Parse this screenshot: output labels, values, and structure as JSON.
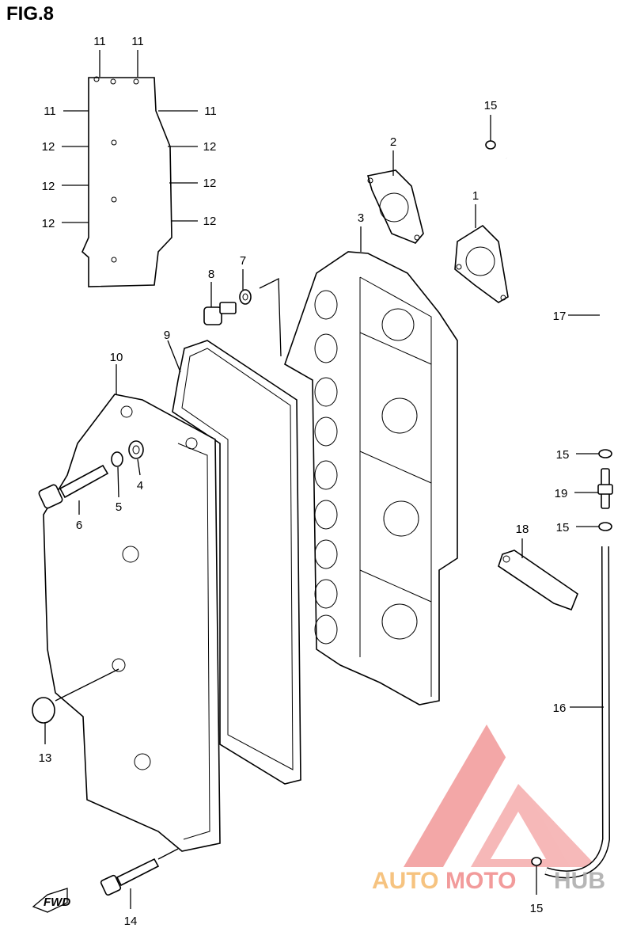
{
  "figure": {
    "title": "FIG.8"
  },
  "callouts": {
    "c1": "1",
    "c2": "2",
    "c3": "3",
    "c4": "4",
    "c5": "5",
    "c6": "6",
    "c7": "7",
    "c8": "8",
    "c9": "9",
    "c10": "10",
    "c11a": "11",
    "c11b": "11",
    "c11c": "11",
    "c11d": "11",
    "c12a": "12",
    "c12b": "12",
    "c12c": "12",
    "c12d": "12",
    "c12e": "12",
    "c12f": "12",
    "c13": "13",
    "c14": "14",
    "c15a": "15",
    "c15b": "15",
    "c15c": "15",
    "c15d": "15",
    "c16": "16",
    "c17": "17",
    "c18": "18",
    "c19": "19"
  },
  "fwd_badge": "FWD",
  "watermark": {
    "part1": "AUTO",
    "part2": "MOTO",
    "part3": "HUB"
  },
  "colors": {
    "watermark_red": "#f08a8a",
    "watermark_orange": "#f5b96a",
    "watermark_gray": "#aaaaaa"
  }
}
